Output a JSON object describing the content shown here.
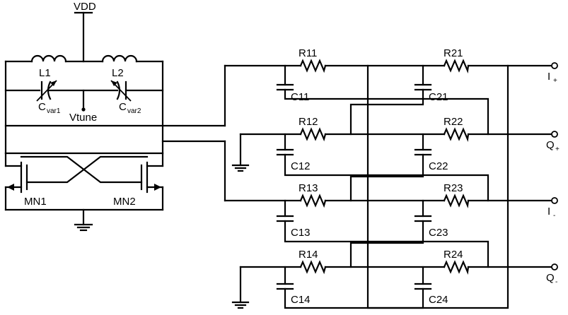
{
  "labels": {
    "vdd": "VDD",
    "l1": "L1",
    "l2": "L2",
    "cvar1_main": "C",
    "cvar1_sub": "var1",
    "cvar2_main": "C",
    "cvar2_sub": "var2",
    "vtune": "Vtune",
    "mn1": "MN1",
    "mn2": "MN2",
    "resistors": [
      "R11",
      "R21",
      "R12",
      "R22",
      "R13",
      "R23",
      "R14",
      "R24"
    ],
    "capacitors": [
      "C11",
      "C21",
      "C12",
      "C22",
      "C13",
      "C23",
      "C14",
      "C24"
    ],
    "outputs": [
      {
        "main": "I",
        "sub": "+"
      },
      {
        "main": "Q",
        "sub": "+"
      },
      {
        "main": "I",
        "sub": "-"
      },
      {
        "main": "Q",
        "sub": "-"
      }
    ]
  }
}
